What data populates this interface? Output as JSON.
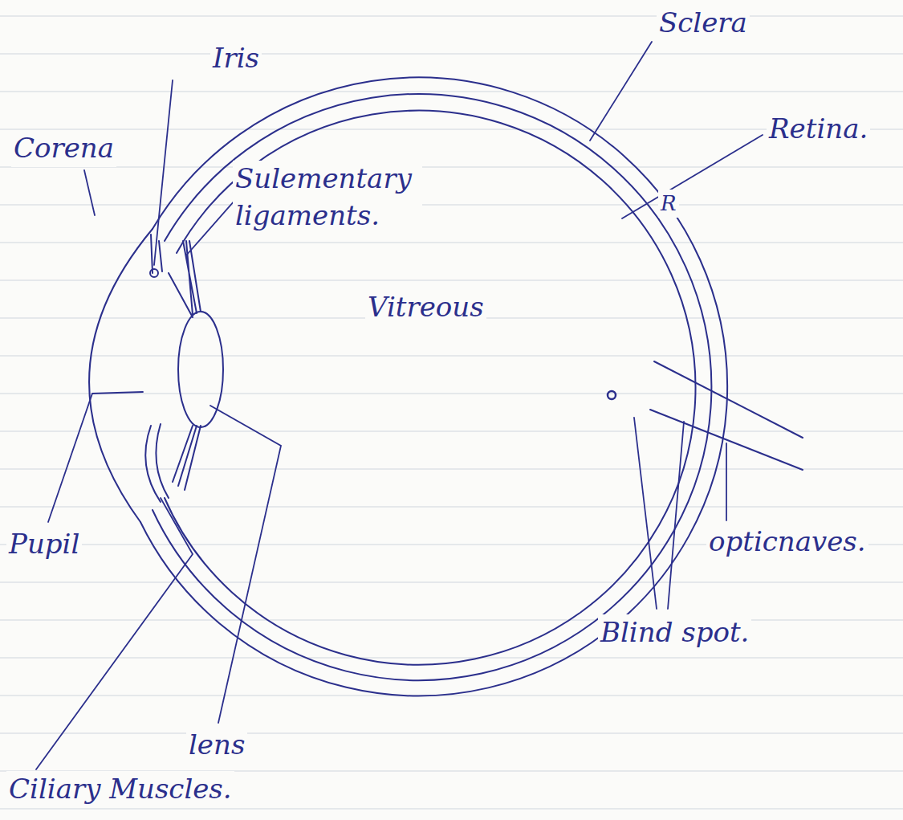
{
  "diagram": {
    "labels": [
      "Sclera",
      "Iris",
      "Corena",
      "Retina.",
      "R",
      "Sulementary ligaments.",
      "Vitreous",
      "opticnaves.",
      "Pupil",
      "Blind spot.",
      "lens",
      "Ciliary Muscles."
    ]
  }
}
